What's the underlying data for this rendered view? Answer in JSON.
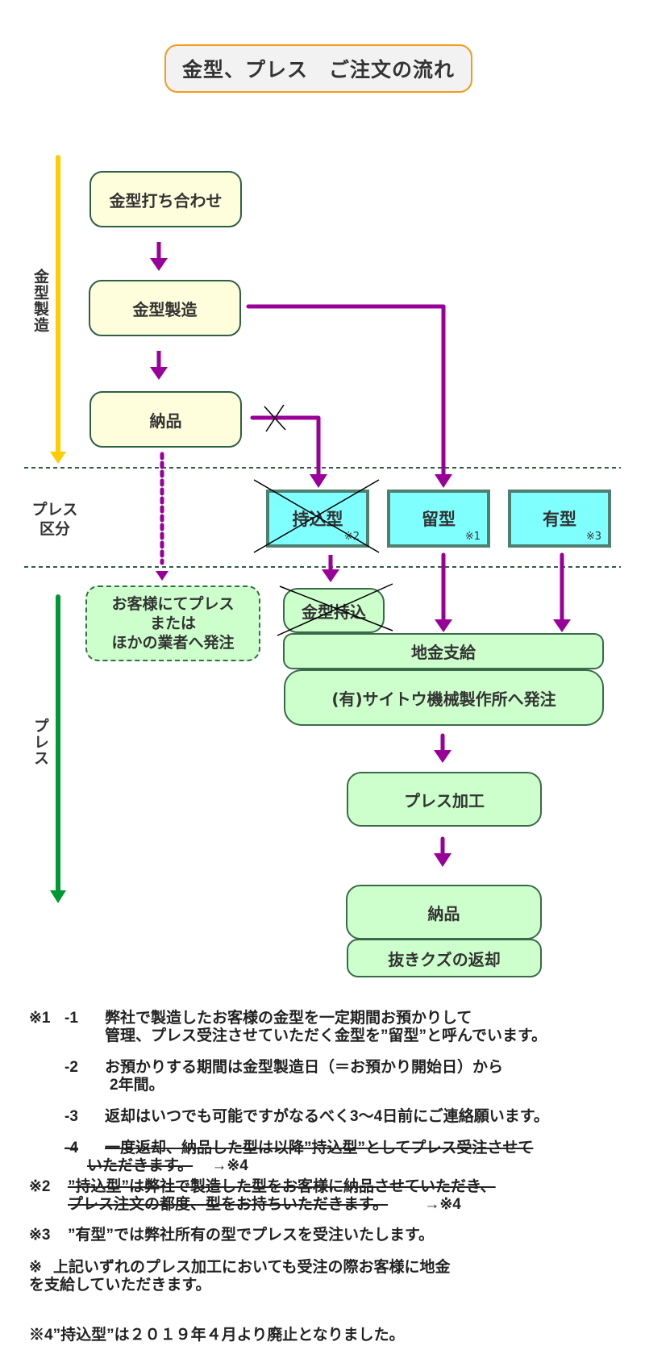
{
  "title": "金型、プレス　ご注文の流れ",
  "colors": {
    "title_border": "#f39a1b",
    "flow_arrow": "#990099",
    "mold_phase_arrow": "#ffcc00",
    "press_phase_arrow": "#009933",
    "yellow_box": "#fefedc",
    "cyan_box": "#80ffff",
    "green_box": "#ccffcc"
  },
  "phases": {
    "mold": "金型製造",
    "category": "プレス\n区分",
    "press": "プレス"
  },
  "mold_steps": [
    "金型打ち合わせ",
    "金型製造",
    "納品"
  ],
  "categories": [
    {
      "label": "持込型",
      "note": "※2",
      "crossed_out": true
    },
    {
      "label": "留型",
      "note": "※1",
      "crossed_out": false
    },
    {
      "label": "有型",
      "note": "※3",
      "crossed_out": false
    }
  ],
  "press_steps": {
    "customer_option": "お客様にてプレス\nまたは\nほかの業者へ発注",
    "bring_in_mold": "金型持込",
    "supply_material": "地金支給",
    "order_to_company": "(有)サイトウ機械製作所へ発注",
    "press_processing": "プレス加工",
    "delivery": "納品",
    "scrap_return": "抜きクズの返却"
  },
  "notes": {
    "n1_label": "※1",
    "n1_1_num": "-1",
    "n1_1_line1": "弊社で製造したお客様の金型を一定期間お預かりして",
    "n1_1_line2": "管理、プレス受注させていただく金型を”留型”と呼んでいます。",
    "n1_2_num": "-2",
    "n1_2_line1": "お預かりする期間は金型製造日（＝お預かり開始日）から",
    "n1_2_line2": "2年間。",
    "n1_3_num": "-3",
    "n1_3_line1": "返却はいつでも可能ですがなるべく3～4日前にご連絡願います。",
    "n1_4_num": "-4",
    "n1_4_line1": "一度返却、納品した型は以降”持込型”としてプレス受注させて",
    "n1_4_line2": "いただきます。",
    "n1_4_ref": "→※4",
    "n2_label": "※2",
    "n2_line1": "”持込型”は弊社で製造した型をお客様に納品させていただき、",
    "n2_line2": "プレス注文の都度、型をお持ちいただきます。",
    "n2_ref": "→※4",
    "n3_label": "※3",
    "n3_line1": "”有型”では弊社所有の型でプレスを受注いたします。",
    "n_all_label": "※",
    "n_all_line1": "上記いずれのプレス加工においても受注の際お客様に地金",
    "n_all_line2": "を支給していただきます。",
    "n4_line1": "※4”持込型”は２０１９年４月より廃止となりました。"
  }
}
